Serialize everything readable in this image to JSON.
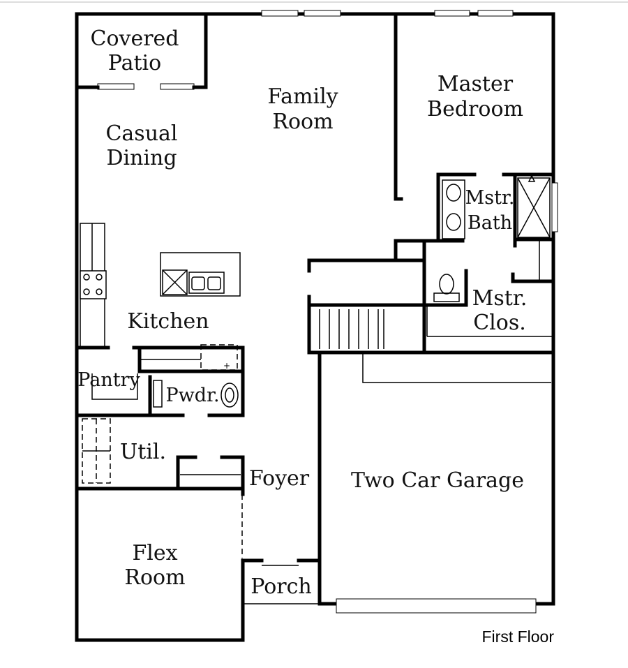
{
  "floor_label": "First Floor",
  "rooms": {
    "covered_patio": [
      "Covered",
      "Patio"
    ],
    "family_room": [
      "Family",
      "Room"
    ],
    "master_bedroom": [
      "Master",
      "Bedroom"
    ],
    "casual_dining": [
      "Casual",
      "Dining"
    ],
    "mstr_bath": [
      "Mstr.",
      "Bath"
    ],
    "kitchen": "Kitchen",
    "mstr_clos": [
      "Mstr.",
      "Clos."
    ],
    "pantry": "Pantry",
    "pwdr": "Pwdr.",
    "util": "Util.",
    "foyer": "Foyer",
    "two_car_garage": "Two Car Garage",
    "flex_room": [
      "Flex",
      "Room"
    ],
    "porch": "Porch"
  }
}
